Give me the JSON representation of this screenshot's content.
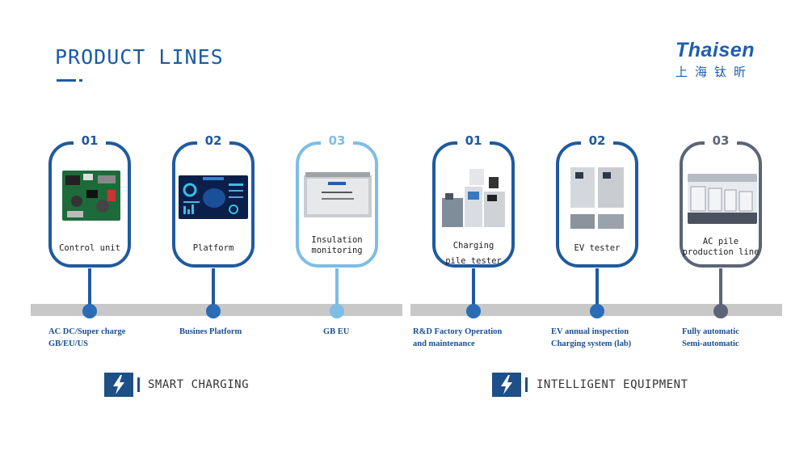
{
  "header": {
    "title": "PRODUCT LINES",
    "logo_en": "Thaisen",
    "logo_cn": "上海钛昕"
  },
  "colors": {
    "dark_blue": "#1f5aa0",
    "mid_blue": "#2a6cb5",
    "light_blue": "#7ebde6",
    "slate": "#5b6478",
    "rail": "#c8c8c8"
  },
  "groups": [
    {
      "section_label": "SMART CHARGING",
      "items": [
        {
          "num": "01",
          "label": "Control unit",
          "caption": [
            "AC DC/Super charge",
            "GB/EU/US"
          ]
        },
        {
          "num": "02",
          "label": "Platform",
          "caption": [
            "Busines Platform"
          ]
        },
        {
          "num": "03",
          "label": [
            "Insulation",
            "monitoring"
          ],
          "caption": [
            "GB EU"
          ]
        }
      ]
    },
    {
      "section_label": "INTELLIGENT EQUIPMENT",
      "items": [
        {
          "num": "01",
          "label": [
            "Charging",
            "pile tester"
          ],
          "caption": [
            "R&D Factory Operation",
            "and maintenance"
          ]
        },
        {
          "num": "02",
          "label": "EV tester",
          "caption": [
            "EV annual inspection",
            "Charging system (lab)"
          ]
        },
        {
          "num": "03",
          "label": [
            "AC pile",
            "production line"
          ],
          "caption": [
            "Fully automatic",
            "Semi-automatic"
          ]
        }
      ]
    }
  ]
}
